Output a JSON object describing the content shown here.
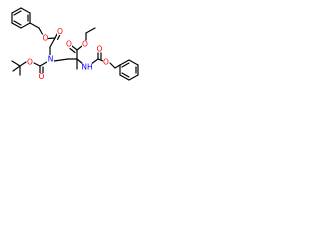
{
  "colors": {
    "bond": "#000000",
    "oxygen": "#ff0000",
    "nitrogen": "#0000ff",
    "background": "#ffffff"
  },
  "atoms": {
    "o1": "O",
    "o2": "O",
    "o3": "O",
    "o4": "O",
    "o5": "O",
    "o6": "O",
    "o7": "O",
    "o8": "O",
    "n1": "N",
    "n2": "NH"
  }
}
